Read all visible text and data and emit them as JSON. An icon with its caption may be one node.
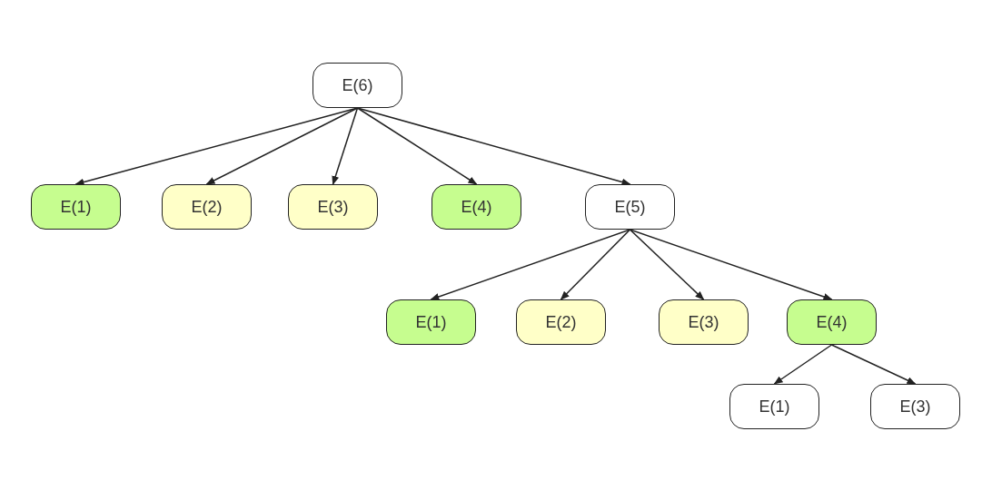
{
  "diagram": {
    "nodes": [
      {
        "text": [
          "E(6)"
        ]
      },
      {
        "text": [
          "E(1)"
        ]
      },
      {
        "text": [
          "E(2)"
        ]
      },
      {
        "text": [
          "E(3)"
        ]
      },
      {
        "text": [
          "E(4)"
        ]
      },
      {
        "text": [
          "E(5)"
        ]
      },
      {
        "text": [
          "E(1)"
        ]
      },
      {
        "text": [
          "E(2)"
        ]
      },
      {
        "text": [
          "E(3)"
        ]
      },
      {
        "text": [
          "E(4)"
        ]
      },
      {
        "text": [
          "E(1)"
        ]
      },
      {
        "text": [
          "E(3)"
        ]
      }
    ],
    "edges": [
      {
        "from": 0,
        "to": 1,
        "arrow": "to"
      },
      {
        "from": 0,
        "to": 2,
        "arrow": "to"
      },
      {
        "from": 0,
        "to": 3,
        "arrow": "to"
      },
      {
        "from": 0,
        "to": 4,
        "arrow": "to"
      },
      {
        "from": 0,
        "to": 5,
        "arrow": "to"
      },
      {
        "from": 5,
        "to": 6,
        "arrow": "to"
      },
      {
        "from": 5,
        "to": 7,
        "arrow": "to"
      },
      {
        "from": 5,
        "to": 8,
        "arrow": "to"
      },
      {
        "from": 5,
        "to": 9,
        "arrow": "to"
      },
      {
        "from": 9,
        "to": 10,
        "arrow": "to"
      },
      {
        "from": 9,
        "to": 11,
        "arrow": "to"
      }
    ]
  }
}
